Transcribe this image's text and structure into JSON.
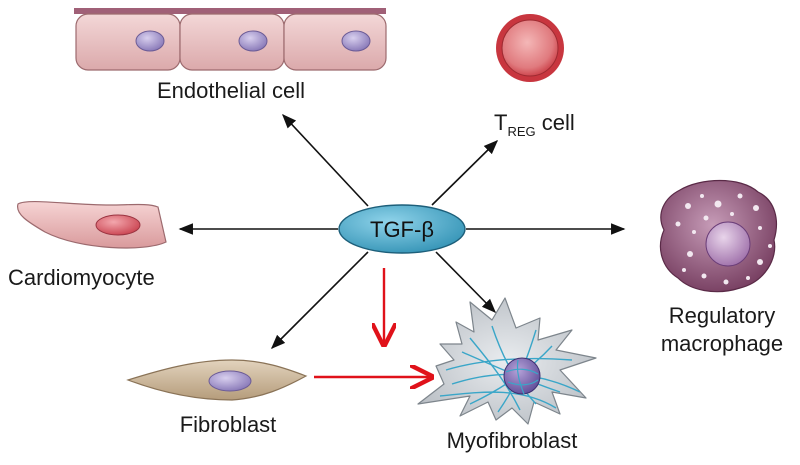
{
  "hub": {
    "label": "TGF-β"
  },
  "labels": {
    "endothelial": "Endothelial cell",
    "treg_main": "T",
    "treg_sub": "REG",
    "treg_suffix": " cell",
    "cardiomyocyte": "Cardiomyocyte",
    "macrophage_line1": "Regulatory",
    "macrophage_line2": "macrophage",
    "fibroblast": "Fibroblast",
    "myofibroblast": "Myofibroblast"
  },
  "colors": {
    "hub_fill": "#4aa8c8",
    "hub_stroke": "#1d5f7a",
    "arrow_black": "#111111",
    "arrow_red": "#e0121a",
    "endothelial_fill": "#ecc6c6",
    "nucleus_purple": "#9a8ac0",
    "treg_fill": "#d0424a",
    "cardiomyocyte_fill": "#ecc0c0",
    "cardio_nucleus": "#d05060",
    "macrophage_fill": "#8a4a6e",
    "fibroblast_fill": "#cdb99f",
    "myofibroblast_fill": "#ccd0d4",
    "filament": "#3aa6c8"
  },
  "arrows": [
    {
      "from": "tgf-beta",
      "to": "endothelial-cell",
      "type": "black"
    },
    {
      "from": "tgf-beta",
      "to": "treg-cell",
      "type": "black"
    },
    {
      "from": "tgf-beta",
      "to": "cardiomyocyte",
      "type": "black"
    },
    {
      "from": "tgf-beta",
      "to": "regulatory-macrophage",
      "type": "black"
    },
    {
      "from": "tgf-beta",
      "to": "fibroblast",
      "type": "black"
    },
    {
      "from": "tgf-beta",
      "to": "myofibroblast",
      "type": "black"
    },
    {
      "from": "tgf-beta",
      "to": "myofibroblast",
      "type": "red"
    },
    {
      "from": "fibroblast",
      "to": "myofibroblast",
      "type": "red"
    }
  ]
}
